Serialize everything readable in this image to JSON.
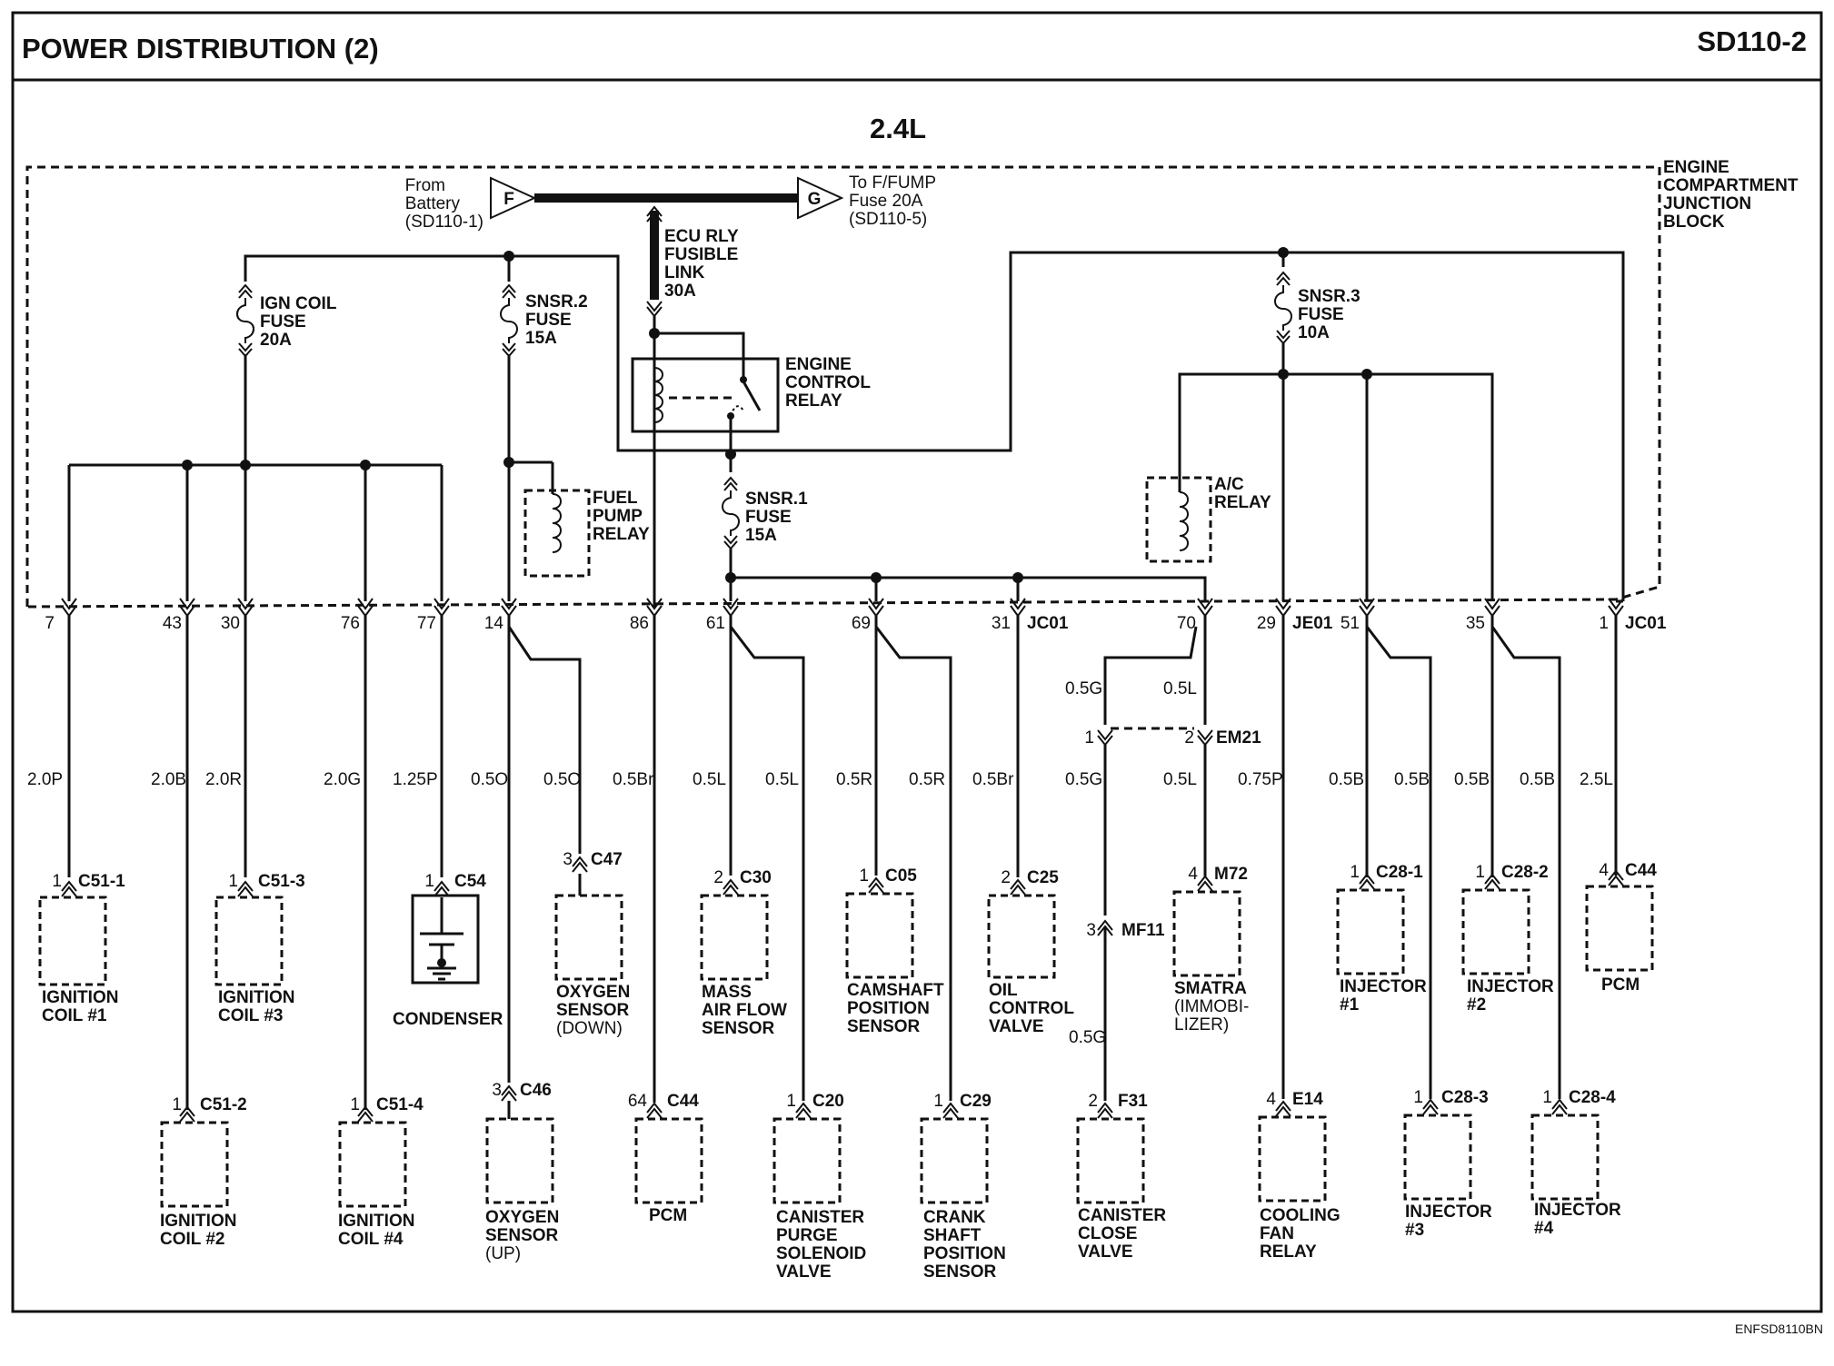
{
  "header": {
    "title": "POWER DISTRIBUTION (2)",
    "page_code": "SD110-2"
  },
  "engine": {
    "label": "2.4L"
  },
  "junction_block": {
    "lines": [
      "ENGINE",
      "COMPARTMENT",
      "JUNCTION",
      "BLOCK"
    ]
  },
  "bus": {
    "from_symbol": "F",
    "from_text": [
      "From",
      "Battery",
      "(SD110-1)"
    ],
    "to_symbol": "G",
    "to_text": [
      "To F/FUMP",
      "Fuse 20A",
      "(SD110-5)"
    ]
  },
  "fuses": {
    "ecu_rly": [
      "ECU RLY",
      "FUSIBLE",
      "LINK",
      "30A"
    ],
    "ign_coil": [
      "IGN COIL",
      "FUSE",
      "20A"
    ],
    "snsr2": [
      "SNSR.2",
      "FUSE",
      "15A"
    ],
    "snsr1": [
      "SNSR.1",
      "FUSE",
      "15A"
    ],
    "snsr3": [
      "SNSR.3",
      "FUSE",
      "10A"
    ]
  },
  "relays": {
    "engine_control": [
      "ENGINE",
      "CONTROL",
      "RELAY"
    ],
    "fuel_pump": [
      "FUEL",
      "PUMP",
      "RELAY"
    ],
    "ac": [
      "A/C",
      "RELAY"
    ]
  },
  "terminals": {
    "t7": "7",
    "t43": "43",
    "t30": "30",
    "t76": "76",
    "t77": "77",
    "t14": "14",
    "t86": "86",
    "t61": "61",
    "t69": "69",
    "t31": "31",
    "t70": "70",
    "t29": "29",
    "t51": "51",
    "t35": "35",
    "t1": "1",
    "jc01a": "JC01",
    "je01": "JE01",
    "jc01b": "JC01"
  },
  "wires": {
    "w1": "2.0P",
    "w2": "2.0B",
    "w3": "2.0R",
    "w4": "2.0G",
    "w5": "1.25P",
    "w6": "0.5O",
    "w7": "0.5O",
    "w8": "0.5Br",
    "w9": "0.5L",
    "w10": "0.5L",
    "w11": "0.5R",
    "w12": "0.5R",
    "w13": "0.5Br",
    "w14": "0.5G",
    "w15": "0.5L",
    "w16": "0.5G",
    "w17": "0.5L",
    "w18": "0.75P",
    "w19": "0.5B",
    "w20": "0.5B",
    "w21": "0.5B",
    "w22": "0.5B",
    "w23": "2.5L",
    "w24": "0.5G"
  },
  "inline": {
    "em21_pin1": "1",
    "em21_pin2": "2",
    "em21": "EM21",
    "mf11_pin": "3",
    "mf11": "MF11"
  },
  "components": {
    "ign1": {
      "pin": "1",
      "conn": "C51-1",
      "name": [
        "IGNITION",
        "COIL #1"
      ]
    },
    "ign3": {
      "pin": "1",
      "conn": "C51-3",
      "name": [
        "IGNITION",
        "COIL #3"
      ]
    },
    "cond": {
      "pin": "1",
      "conn": "C54",
      "name": [
        "CONDENSER"
      ]
    },
    "o2down": {
      "pin": "3",
      "conn": "C47",
      "name": [
        "OXYGEN",
        "SENSOR"
      ],
      "sub": "(DOWN)"
    },
    "maf": {
      "pin": "2",
      "conn": "C30",
      "name": [
        "MASS",
        "AIR FLOW",
        "SENSOR"
      ]
    },
    "cmp": {
      "pin": "1",
      "conn": "C05",
      "name": [
        "CAMSHAFT",
        "POSITION",
        "SENSOR"
      ]
    },
    "ocv": {
      "pin": "2",
      "conn": "C25",
      "name": [
        "OIL",
        "CONTROL",
        "VALVE"
      ]
    },
    "smatra": {
      "pin": "4",
      "conn": "M72",
      "name": [
        "SMATRA"
      ],
      "sub": [
        "(IMMOBI-",
        "LIZER)"
      ]
    },
    "inj1": {
      "pin": "1",
      "conn": "C28-1",
      "name": [
        "INJECTOR",
        "#1"
      ]
    },
    "inj2": {
      "pin": "1",
      "conn": "C28-2",
      "name": [
        "INJECTOR",
        "#2"
      ]
    },
    "pcm1": {
      "pin": "4",
      "conn": "C44",
      "name": [
        "PCM"
      ]
    },
    "ign2": {
      "pin": "1",
      "conn": "C51-2",
      "name": [
        "IGNITION",
        "COIL #2"
      ]
    },
    "ign4": {
      "pin": "1",
      "conn": "C51-4",
      "name": [
        "IGNITION",
        "COIL #4"
      ]
    },
    "o2up": {
      "pin": "3",
      "conn": "C46",
      "name": [
        "OXYGEN",
        "SENSOR"
      ],
      "sub": "(UP)"
    },
    "pcm2": {
      "pin": "64",
      "conn": "C44",
      "name": [
        "PCM"
      ]
    },
    "cpsv": {
      "pin": "1",
      "conn": "C20",
      "name": [
        "CANISTER",
        "PURGE",
        "SOLENOID",
        "VALVE"
      ]
    },
    "ckp": {
      "pin": "1",
      "conn": "C29",
      "name": [
        "CRANK",
        "SHAFT",
        "POSITION",
        "SENSOR"
      ]
    },
    "ccv": {
      "pin": "2",
      "conn": "F31",
      "name": [
        "CANISTER",
        "CLOSE",
        "VALVE"
      ]
    },
    "fan": {
      "pin": "4",
      "conn": "E14",
      "name": [
        "COOLING",
        "FAN",
        "RELAY"
      ]
    },
    "inj3": {
      "pin": "1",
      "conn": "C28-3",
      "name": [
        "INJECTOR",
        "#3"
      ]
    },
    "inj4": {
      "pin": "1",
      "conn": "C28-4",
      "name": [
        "INJECTOR",
        "#4"
      ]
    }
  },
  "footer": {
    "code": "ENFSD8110BN"
  }
}
